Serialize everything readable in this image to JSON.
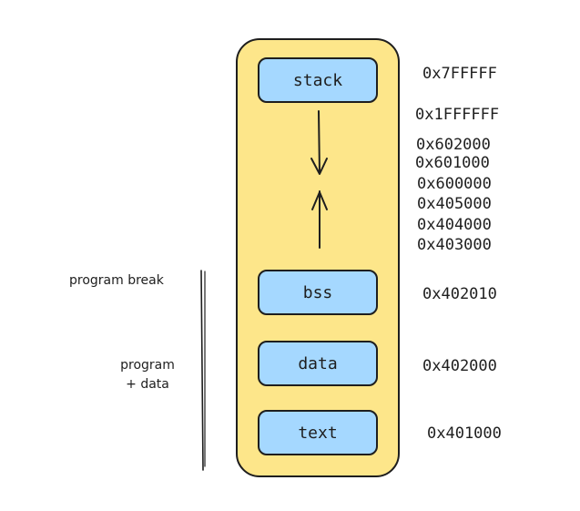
{
  "segments": {
    "stack": "stack",
    "bss": "bss",
    "data": "data",
    "text": "text"
  },
  "addresses": {
    "a1": "0x7FFFFF",
    "a2": "0x1FFFFFF",
    "a3": "0x602000",
    "a4": "0x601000",
    "a5": "0x600000",
    "a6": "0x405000",
    "a7": "0x404000",
    "a8": "0x403000",
    "a9": "0x402010",
    "a10": "0x402000",
    "a11": "0x401000"
  },
  "labels": {
    "program_break": "program break",
    "program_data_line1": "program",
    "program_data_line2": "+ data"
  },
  "colors": {
    "container_fill": "#fde68a",
    "segment_fill": "#a5d8ff",
    "stroke": "#1e1e1e"
  }
}
